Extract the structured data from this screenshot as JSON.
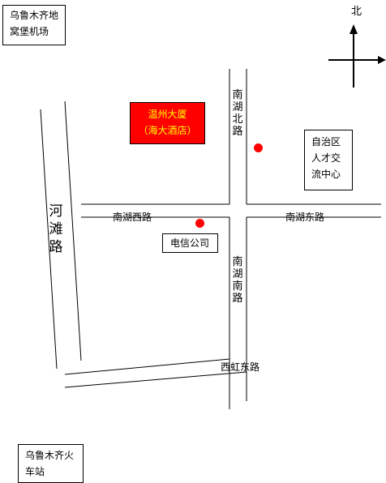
{
  "compass": {
    "north_label": "北"
  },
  "places": {
    "airport": {
      "line1": "乌鲁木齐地",
      "line2": "窝堡机场"
    },
    "hotel": {
      "line1": "温州大厦",
      "line2": "（海大酒店）"
    },
    "talent_center": {
      "line1": "自治区",
      "line2": "人才交",
      "line3": "流中心"
    },
    "telecom": {
      "label": "电信公司"
    },
    "train_station": {
      "line1": "乌鲁木齐火",
      "line2": "车站"
    }
  },
  "roads": {
    "nanhu_north": "南湖北路",
    "nanhu_west": "南湖西路",
    "nanhu_east": "南湖东路",
    "nanhu_south": "南湖南路",
    "hetan": "河滩路",
    "xihong_east": "西虹东路"
  },
  "colors": {
    "hotel_fill": "#ff0000",
    "hotel_text": "#ffff00",
    "marker": "#ff0000"
  }
}
